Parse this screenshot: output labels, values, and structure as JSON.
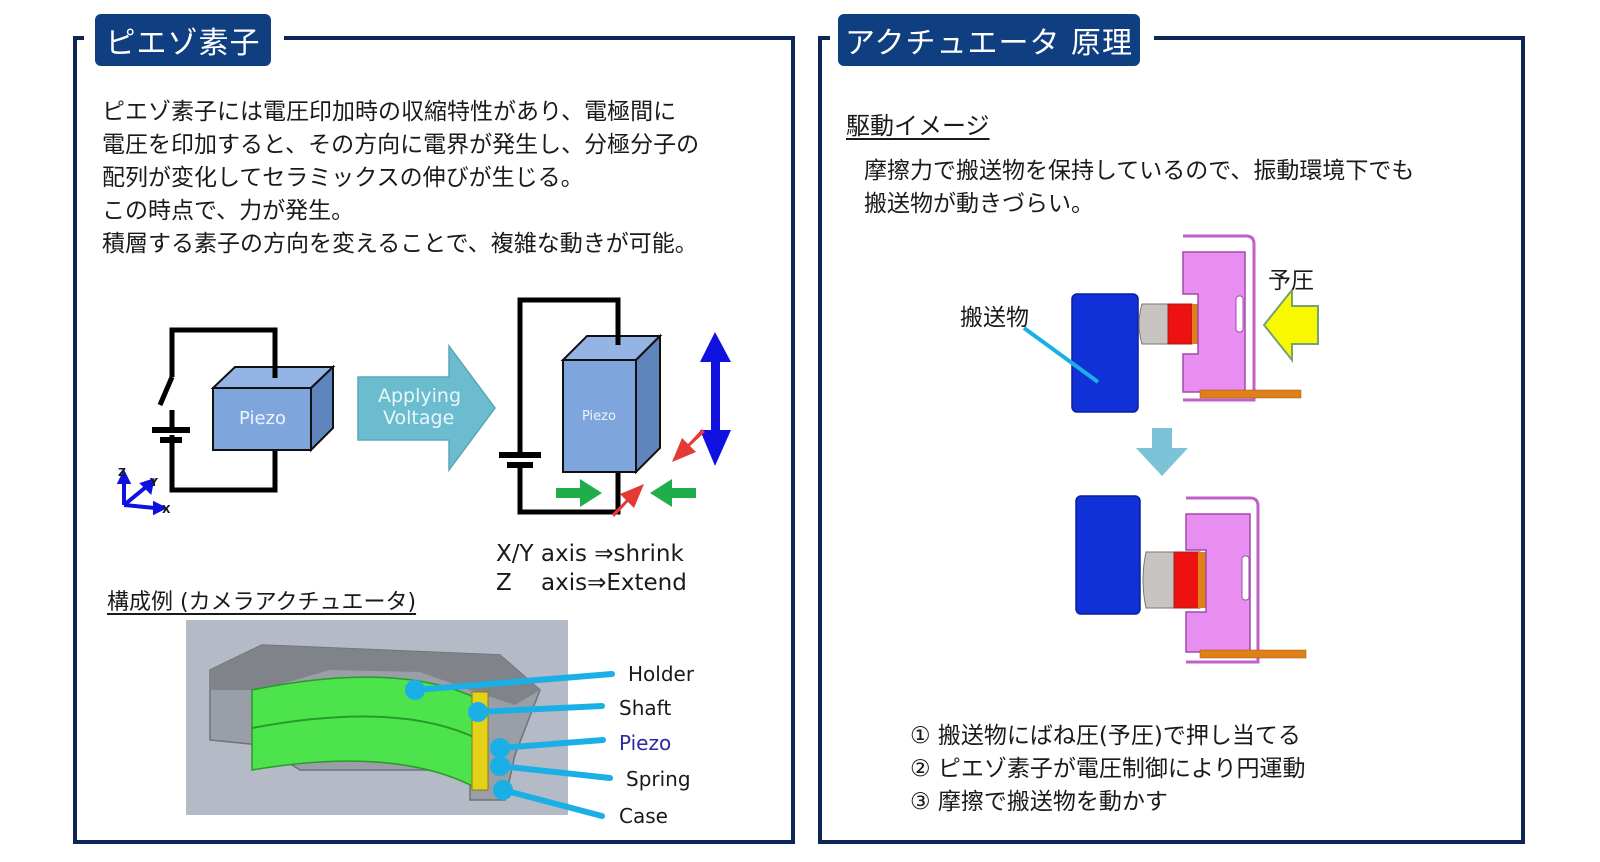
{
  "left_panel": {
    "title": "ピエゾ素子",
    "description_lines": [
      "ピエゾ素子には電圧印加時の収縮特性があり、電極間に",
      "電圧を印加すると、その方向に電界が発生し、分極分子の",
      "配列が変化してセラミックスの伸びが生じる。",
      "この時点で、力が発生。",
      "積層する素子の方向を変えることで、複雑な動きが可能。"
    ],
    "diagram": {
      "piezo_label_before": "Piezo",
      "piezo_label_after": "Piezo",
      "arrow_label_line1": "Applying",
      "arrow_label_line2": "Voltage",
      "axis_labels": {
        "x": "X",
        "y": "Y",
        "z": "Z"
      },
      "caption_line1": "X/Y axis ⇒shrink",
      "caption_line2": "Z    axis⇒Extend"
    },
    "example_heading": "構成例 (カメラアクチュエータ)",
    "parts": [
      "Holder",
      "Shaft",
      "Piezo",
      "Spring",
      "Case"
    ],
    "highlight_part": "Piezo"
  },
  "right_panel": {
    "title": "アクチュエータ 原理",
    "subheading": "駆動イメージ",
    "description_lines": [
      "摩擦力で搬送物を保持しているので、振動環境下でも",
      "搬送物が動きづらい。"
    ],
    "label_object": "搬送物",
    "label_preload": "予圧",
    "steps": [
      "① 搬送物にばね圧(予圧)で押し当てる",
      "② ピエゾ素子が電圧制御により円運動",
      "③ 摩擦で搬送物を動かす"
    ]
  },
  "colors": {
    "frame": "#0d2557",
    "tab": "#0f3f80",
    "piezo_block": "#7fa6dc",
    "arrow": "#6bbccf",
    "green_arrow": "#1fae4a",
    "red_arrow": "#e53935",
    "blue_arrow": "#1010e0",
    "carrier_blue": "#1030d8",
    "holder_pink": "#e88ef0",
    "preload_yellow": "#f8f800",
    "leader_line": "#1ab0e6",
    "highlight_text": "#2a2aa8"
  }
}
